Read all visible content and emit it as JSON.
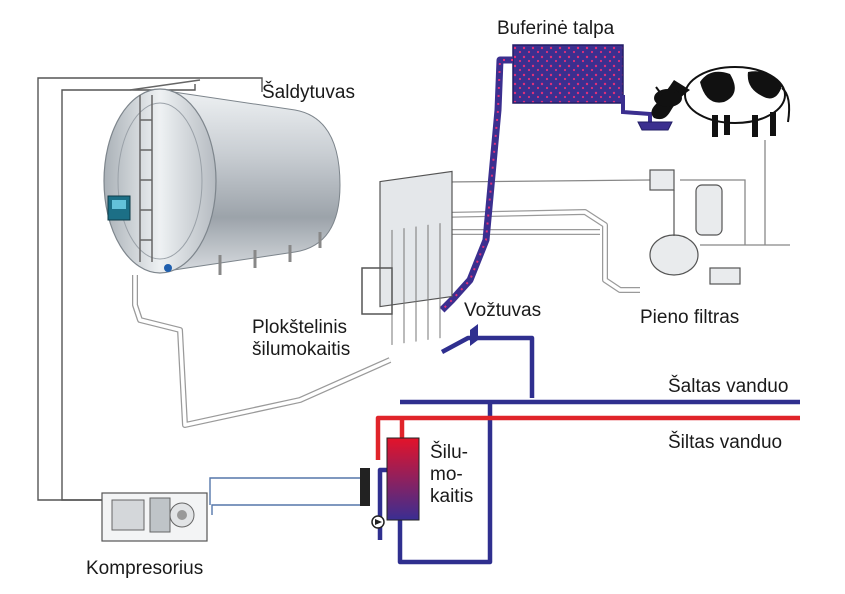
{
  "labels": {
    "buffer_tank": "Buferinė talpa",
    "cooler": "Šaldytuvas",
    "plate_exchanger_line1": "Plokštelinis",
    "plate_exchanger_line2": "šilumokaitis",
    "valve": "Vožtuvas",
    "milk_filter": "Pieno filtras",
    "cold_water": "Šaltas vanduo",
    "warm_water": "Šiltas vanduo",
    "heat_exchanger_line1": "Šilu-",
    "heat_exchanger_line2": "mo-",
    "heat_exchanger_line3": "kaitis",
    "compressor": "Kompresorius"
  },
  "colors": {
    "cold_pipe": "#2f2f8f",
    "warm_pipe": "#e0242a",
    "milk_pipe_outline": "#9a9a9a",
    "tank_steel": "#c8cdd2",
    "buffer_fill": "#3b2f8f",
    "buffer_dots": "#e0307a"
  },
  "icons": [
    "cow-icon",
    "milk-tank-icon",
    "plate-heat-exchanger-icon",
    "compressor-icon",
    "milk-filter-icon",
    "pump-icon",
    "boiler-icon"
  ]
}
